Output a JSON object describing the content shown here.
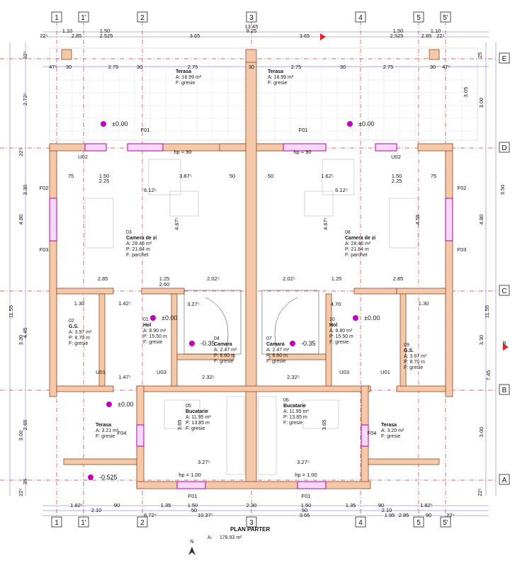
{
  "axes_top": [
    "1",
    "1'",
    "2",
    "3",
    "4",
    "5",
    "5'"
  ],
  "axes_bottom": [
    "1",
    "1'",
    "2",
    "3",
    "4",
    "5",
    "5'"
  ],
  "axes_right": [
    "E",
    "D",
    "C",
    "B",
    "A"
  ],
  "top_dims": {
    "overall": "13.45",
    "row1": [
      "1.10",
      "1.50",
      "8.25",
      "1.50",
      "1.10"
    ],
    "row2": [
      "22⁵",
      "2.85",
      "2.525",
      "3.65",
      "3.65",
      "2.525",
      "2.85",
      "22⁵"
    ],
    "row3": [
      "47⁵",
      "30",
      "2.75",
      "30",
      "2.75",
      "30",
      "2.75",
      "30",
      "2.75",
      "30",
      "47⁵"
    ]
  },
  "bottom_dims": {
    "row1": [
      "1.82⁵",
      "90",
      "1.35",
      "1.50",
      "2.30",
      "1.50",
      "1.35",
      "90",
      "1.82⁵"
    ],
    "row2": [
      "2.10",
      "50",
      "50",
      "2.10"
    ],
    "row3": [
      "6.72⁵",
      "10.37⁵",
      "3.65",
      "1.95",
      "2.85",
      "90",
      "22⁵"
    ]
  },
  "left_dims": [
    "32⁵",
    "2.72⁵",
    "22⁵",
    "3.30",
    "4.80",
    "11.55",
    "4.45",
    "3.30",
    "2.65",
    "3.00",
    "35",
    "22⁵"
  ],
  "right_dims": [
    "25",
    "3.05",
    "3.00",
    "3.50",
    "4.80",
    "11.55",
    "3.30",
    "7.45",
    "3.00",
    "22⁵"
  ],
  "rooms": [
    {
      "num": "",
      "name": "Terasa",
      "area": "A: 18.99 m²",
      "floor": "F: gresie"
    },
    {
      "num": "",
      "name": "Terasa",
      "area": "A: 18.99 m²",
      "floor": "F: gresie"
    },
    {
      "num": "03",
      "name": "Camera de zi",
      "area": "A: 28.46 m²",
      "perim": "P: 21.84 m",
      "floor": "F: parchet"
    },
    {
      "num": "08",
      "name": "Camera de zi",
      "area": "A: 28.46 m²",
      "perim": "P: 21.84 m",
      "floor": "F: parchet"
    },
    {
      "num": "01",
      "name": "Hol",
      "area": "A: 8.90 m²",
      "perim": "P: 15.50 m",
      "floor": "F: gresie"
    },
    {
      "num": "10",
      "name": "Hol",
      "area": "A: 8.80 m²",
      "perim": "P: 15.50 m",
      "floor": "F: gresie"
    },
    {
      "num": "02",
      "name": "G.S.",
      "area": "A: 3.97 m²",
      "perim": "P: 8.70 m",
      "floor": "F: gresie"
    },
    {
      "num": "09",
      "name": "G.S.",
      "area": "A: 3.97 m²",
      "perim": "P: 8.70 m",
      "floor": "F: gresie"
    },
    {
      "num": "04",
      "name": "Camara",
      "area": "A: 2.47 m²",
      "perim": "P: 6.60 m",
      "floor": "F: gresie"
    },
    {
      "num": "07",
      "name": "Camara",
      "area": "A: 2.47 m²",
      "perim": "P: 6.60 m",
      "floor": "F: gresie"
    },
    {
      "num": "05",
      "name": "Bucatarie",
      "area": "A: 11.95 m²",
      "perim": "P: 13.85 m",
      "floor": "F: gresie"
    },
    {
      "num": "06",
      "name": "Bucatarie",
      "area": "A: 11.95 m²",
      "perim": "P: 13.85 m",
      "floor": "F: gresie"
    },
    {
      "num": "",
      "name": "Terasa",
      "area": "A: 3.21 m²",
      "floor": "F: gresie"
    },
    {
      "num": "",
      "name": "Terasa",
      "area": "A: 3.20 m²",
      "floor": "F: gresie"
    }
  ],
  "levels": [
    "±0.00",
    "±0.00",
    "±0.00",
    "±0.00",
    "-0.35",
    "-0.35",
    "±0.00",
    "-0.525"
  ],
  "inner_dims": [
    "3.87⁵",
    "6.12⁵",
    "6.12⁵",
    "1.62⁵",
    "1.50",
    "2.25",
    "1.50",
    "2.25",
    "75",
    "75",
    "50",
    "50",
    "4.67⁵",
    "4.67⁵",
    "4.55",
    "2.85",
    "1.25",
    "2.02⁵",
    "2.02⁵",
    "1.25",
    "2.85",
    "2.60",
    "3.27⁵",
    "4.70",
    "1.42⁵",
    "1.30",
    "1.30",
    "1.47⁵",
    "2.32⁵",
    "2.32⁵",
    "3.27⁵",
    "3.27⁵",
    "3.65",
    "3.65"
  ],
  "openings": [
    "F01",
    "F01",
    "F01",
    "F01",
    "F02",
    "F02",
    "F03",
    "F03",
    "F04",
    "F04",
    "U01",
    "U01",
    "U02",
    "U02",
    "U03",
    "U03"
  ],
  "sill": [
    "hp = 90",
    "hp = 90",
    "hp = 1.00",
    "hp = 1.00"
  ],
  "footer": {
    "title": "PLAN PARTER",
    "area": "A:",
    "area_value": "178.93 m²"
  },
  "north": "N",
  "section_mark": "B",
  "colors": {
    "wall": "#f4c8a8",
    "wall_stroke": "#8a4a2a",
    "axis_line": "#d83a3a",
    "dim_text": "#111111",
    "level_marker": "#c000c0",
    "grid_blue": "#4040c0"
  }
}
